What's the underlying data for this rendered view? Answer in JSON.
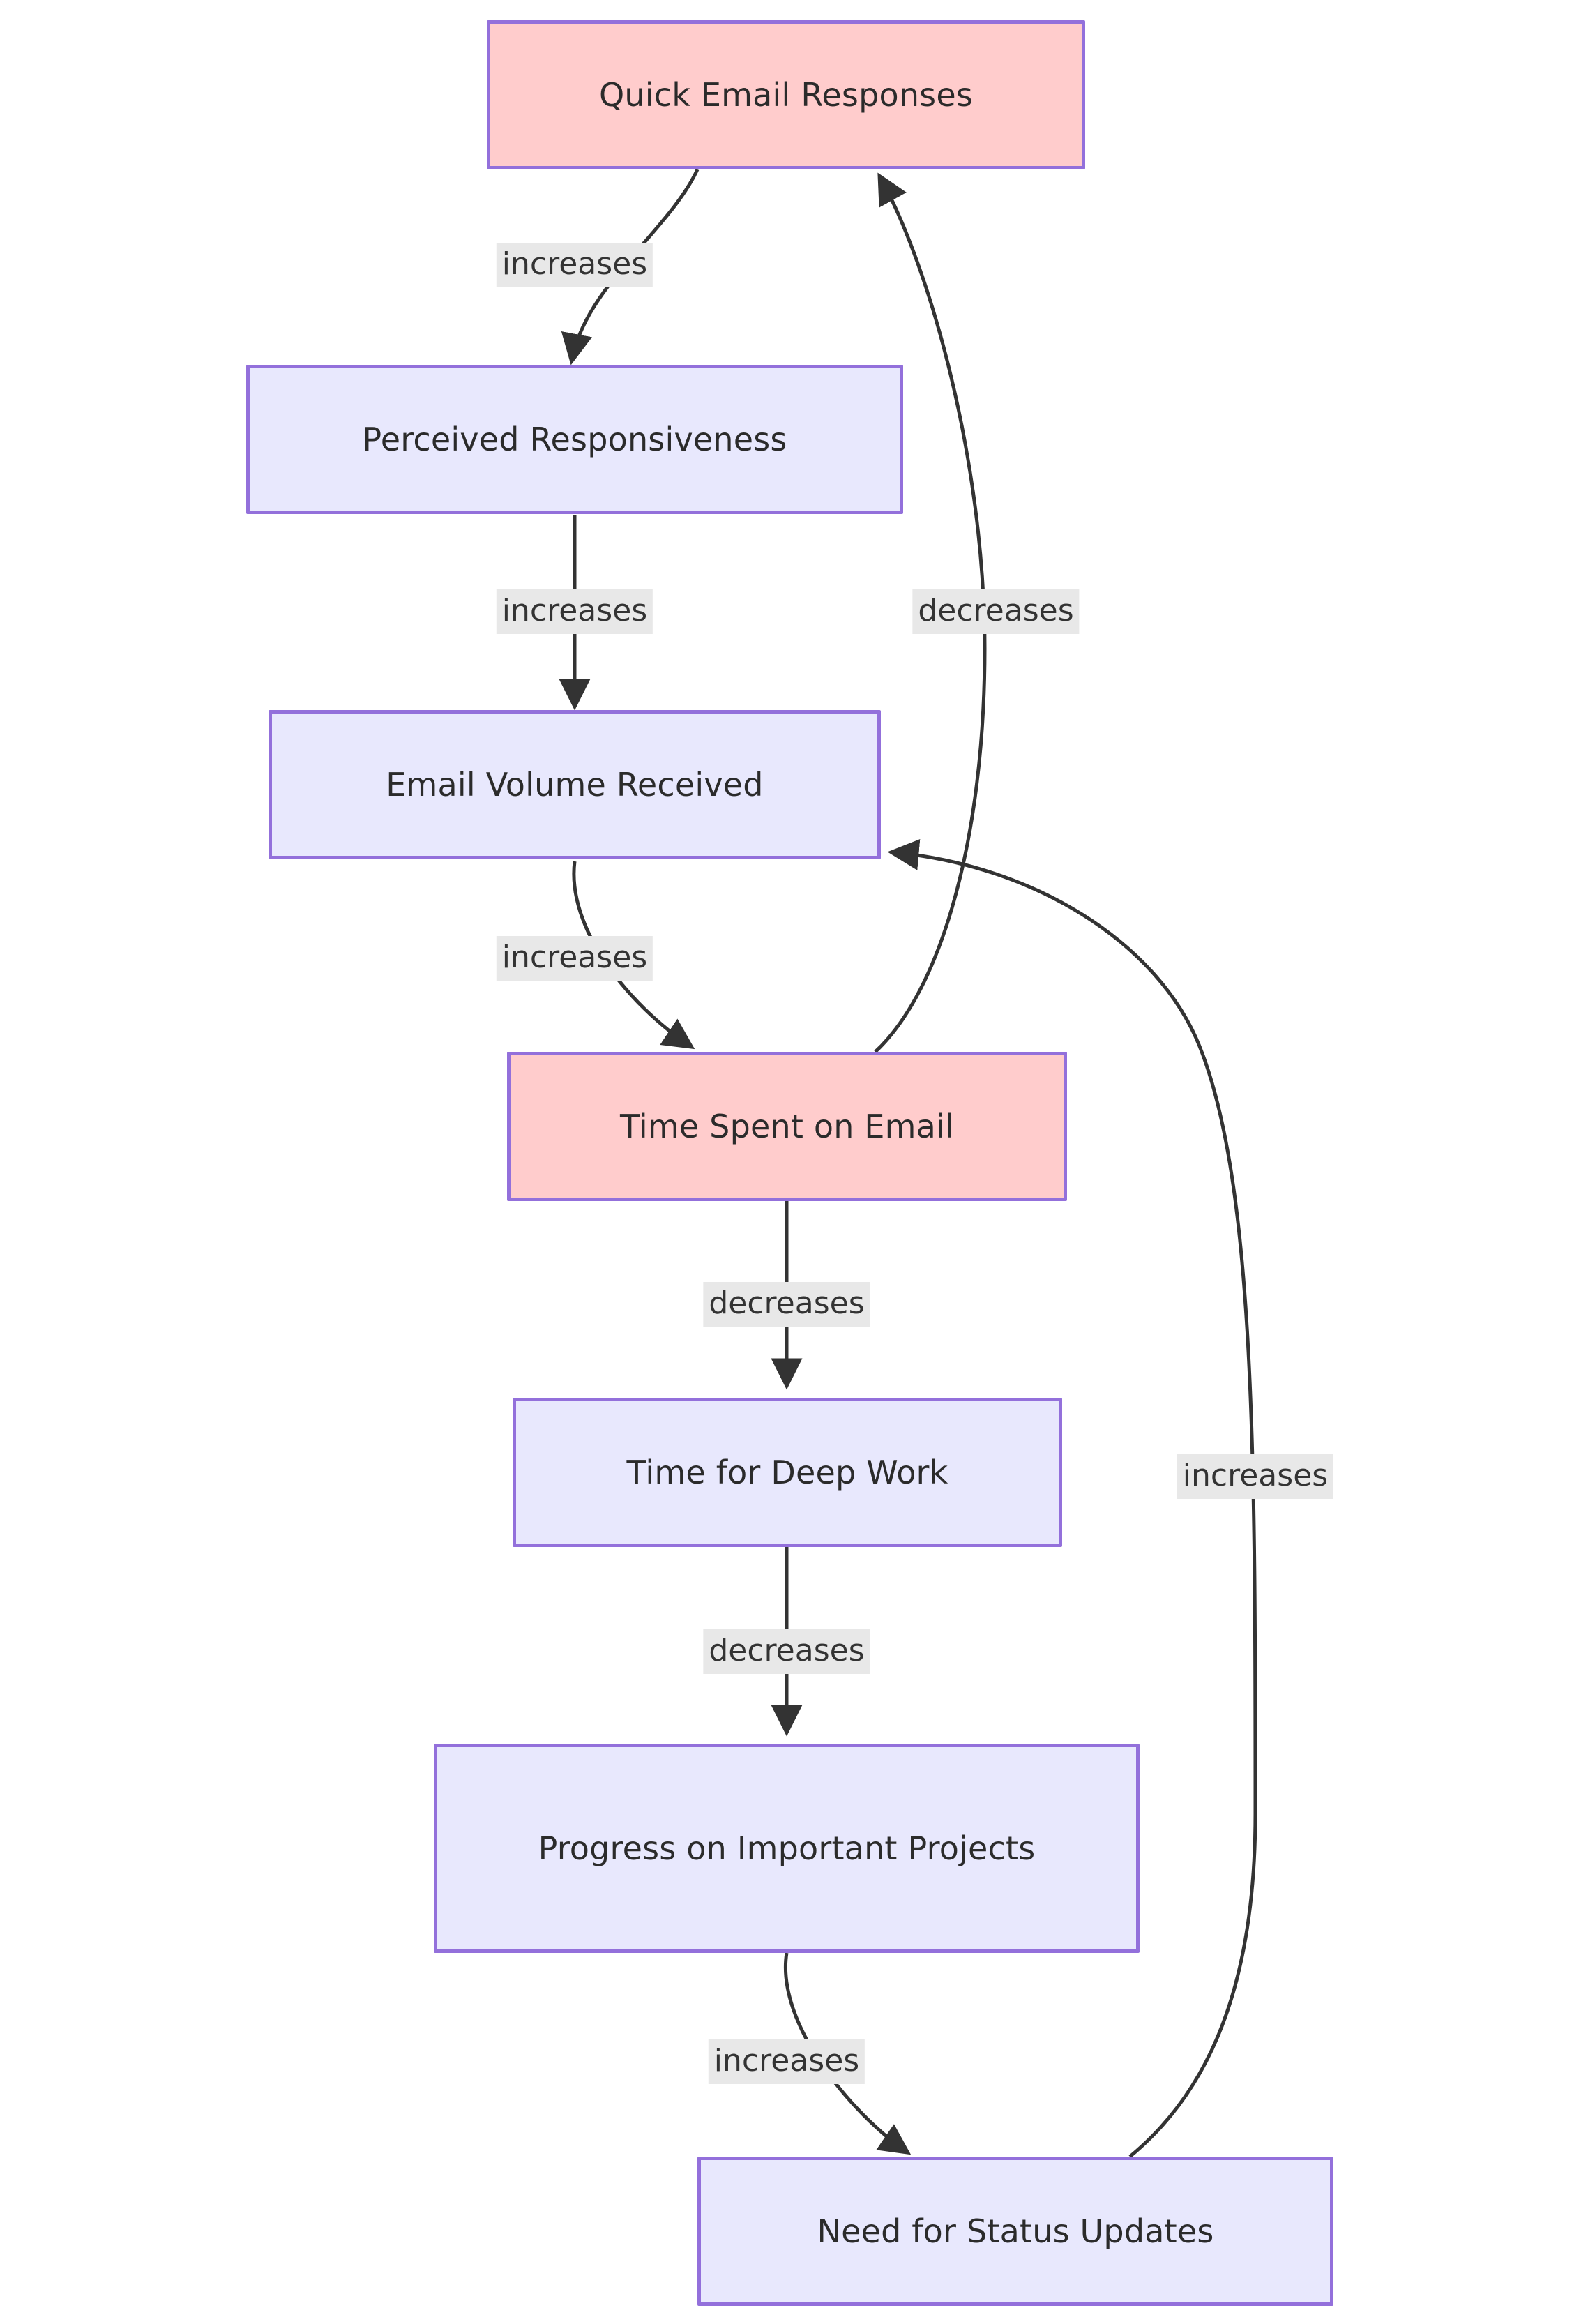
{
  "diagram": {
    "type": "flowchart",
    "title": "",
    "orientation": "top-down",
    "colors": {
      "node_border": "#9370db",
      "node_fill_highlight": "#ffcccc",
      "node_fill_default": "#e8e8fd",
      "edge_stroke": "#333333",
      "edge_label_bg": "#e8e8e8",
      "text": "#2b2b2b",
      "background": "#ffffff"
    },
    "nodes": [
      {
        "id": "quick_email_responses",
        "label": "Quick Email Responses",
        "style": "highlight"
      },
      {
        "id": "perceived_responsiveness",
        "label": "Perceived Responsiveness",
        "style": "default"
      },
      {
        "id": "email_volume_received",
        "label": "Email Volume Received",
        "style": "default"
      },
      {
        "id": "time_spent_on_email",
        "label": "Time Spent on Email",
        "style": "highlight"
      },
      {
        "id": "time_for_deep_work",
        "label": "Time for Deep Work",
        "style": "default"
      },
      {
        "id": "progress_on_projects",
        "label": "Progress on Important Projects",
        "style": "default"
      },
      {
        "id": "need_for_status_updates",
        "label": "Need for Status Updates",
        "style": "default"
      }
    ],
    "edges": [
      {
        "from": "quick_email_responses",
        "to": "perceived_responsiveness",
        "label": "increases"
      },
      {
        "from": "perceived_responsiveness",
        "to": "email_volume_received",
        "label": "increases"
      },
      {
        "from": "email_volume_received",
        "to": "time_spent_on_email",
        "label": "increases"
      },
      {
        "from": "time_spent_on_email",
        "to": "quick_email_responses",
        "label": "decreases"
      },
      {
        "from": "time_spent_on_email",
        "to": "time_for_deep_work",
        "label": "decreases"
      },
      {
        "from": "time_for_deep_work",
        "to": "progress_on_projects",
        "label": "decreases"
      },
      {
        "from": "progress_on_projects",
        "to": "need_for_status_updates",
        "label": "increases"
      },
      {
        "from": "need_for_status_updates",
        "to": "email_volume_received",
        "label": "increases"
      }
    ],
    "edge_labels": [
      {
        "id": "lbl-qer-pr",
        "text": "increases"
      },
      {
        "id": "lbl-pr-evr",
        "text": "increases"
      },
      {
        "id": "lbl-evr-tse",
        "text": "increases"
      },
      {
        "id": "lbl-tse-qer",
        "text": "decreases"
      },
      {
        "id": "lbl-tse-tdw",
        "text": "decreases"
      },
      {
        "id": "lbl-tdw-pop",
        "text": "decreases"
      },
      {
        "id": "lbl-pop-nsu",
        "text": "increases"
      },
      {
        "id": "lbl-nsu-evr",
        "text": "increases"
      }
    ]
  }
}
